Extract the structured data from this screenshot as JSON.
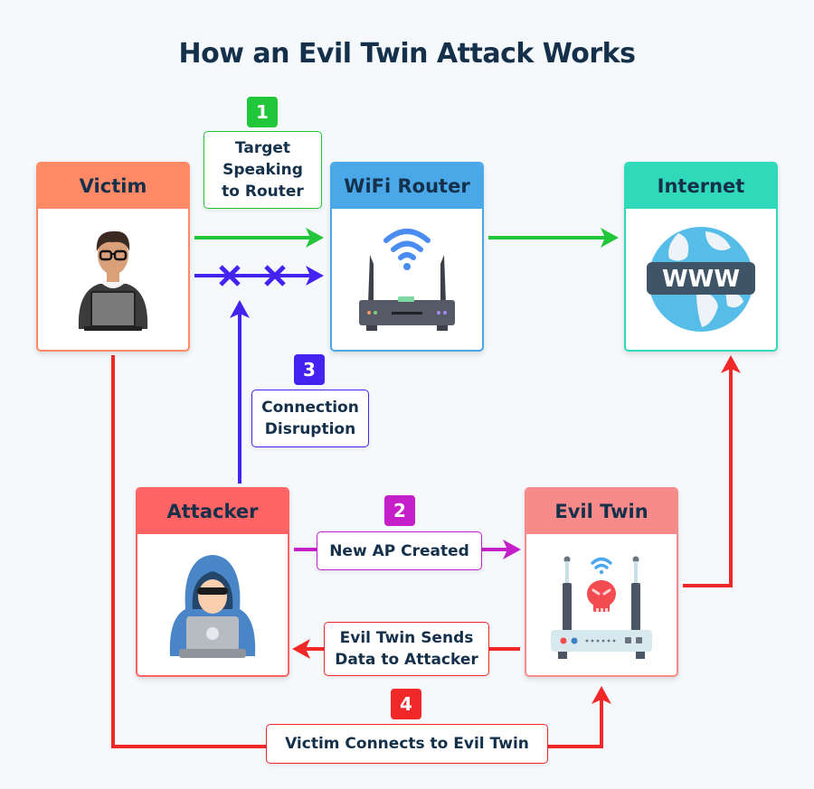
{
  "title": "How an Evil Twin Attack Works",
  "colors": {
    "victim": "#ff8a65",
    "router": "#4aa8e8",
    "internet": "#2fd9b9",
    "attacker": "#ff6464",
    "evil_twin": "#f98a8a",
    "step1": "#22c63a",
    "step2": "#c41fc8",
    "step3": "#4422f0",
    "step4": "#f02828"
  },
  "nodes": {
    "victim": {
      "label": "Victim",
      "icon": "person-laptop-icon"
    },
    "router": {
      "label": "WiFi Router",
      "icon": "wifi-router-icon"
    },
    "internet": {
      "label": "Internet",
      "icon": "globe-www-icon",
      "icon_text": "WWW"
    },
    "attacker": {
      "label": "Attacker",
      "icon": "hooded-hacker-icon"
    },
    "evil_twin": {
      "label": "Evil Twin",
      "icon": "skull-router-icon"
    }
  },
  "steps": [
    {
      "number": "1",
      "label_lines": [
        "Target",
        "Speaking",
        "to Router"
      ]
    },
    {
      "number": "2",
      "label_lines": [
        "New AP Created"
      ]
    },
    {
      "number": "3",
      "label_lines": [
        "Connection",
        "Disruption"
      ]
    },
    {
      "number": "4",
      "label_lines": [
        "Victim Connects to Evil Twin"
      ]
    }
  ],
  "extra_labels": {
    "evil_twin_sends": [
      "Evil Twin Sends",
      "Data to Attacker"
    ]
  }
}
